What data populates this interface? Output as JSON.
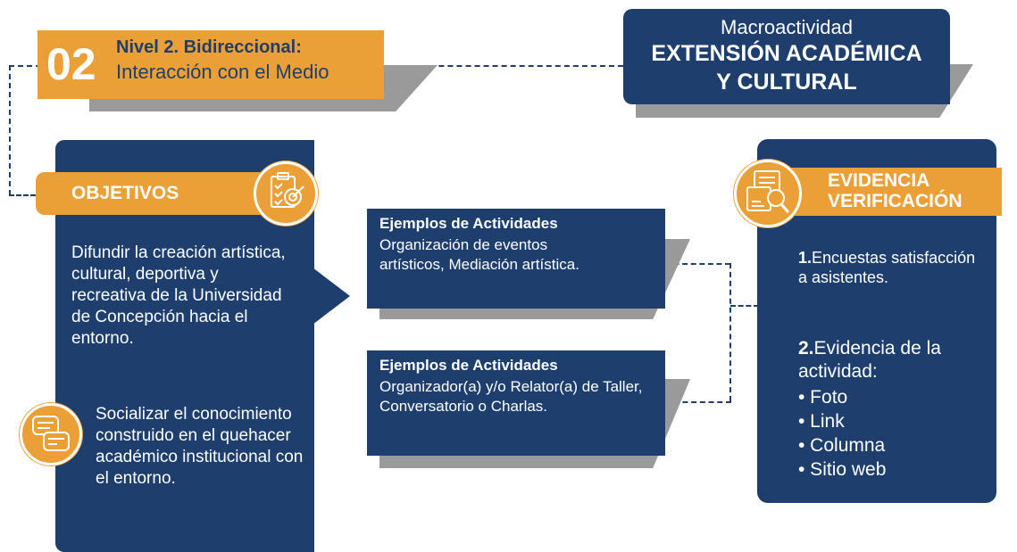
{
  "nivel": {
    "number": "02",
    "title": "Nivel 2. Bidireccional:",
    "subtitle": "Interacción con el Medio"
  },
  "macro": {
    "line1": "Macroactividad",
    "line2": "EXTENSIÓN ACADÉMICA",
    "line3": "Y CULTURAL"
  },
  "objetivos": {
    "title": "OBJETIVOS",
    "text1": "Difundir la creación artística, cultural, deportiva y recreativa de la Universidad de Concepción hacia el entorno.",
    "text2": "Socializar el conocimiento construido en el quehacer académico institucional con el entorno."
  },
  "ejemplos": [
    {
      "title": "Ejemplos de Actividades",
      "text": "Organización de eventos artísticos, Mediación artística."
    },
    {
      "title": "Ejemplos de Actividades",
      "text": "Organizador(a) y/o Relator(a) de Taller, Conversatorio o Charlas."
    }
  ],
  "evidencia": {
    "title_line1": "EVIDENCIA",
    "title_line2": "VERIFICACIÓN",
    "item1_num": "1.",
    "item1_text": "Encuestas satisfacción a asistentes.",
    "item2_num": "2.",
    "item2_text": "Evidencia de la actividad:",
    "bullets": [
      "• Foto",
      "• Link",
      "• Columna",
      "• Sitio web"
    ]
  },
  "icons": [
    "clipboard-target-icon",
    "chat-bubbles-icon",
    "document-magnifier-icon"
  ],
  "colors": {
    "navy": "#1e3f6e",
    "orange": "#eba037",
    "shadow": "#9a9a9a"
  }
}
